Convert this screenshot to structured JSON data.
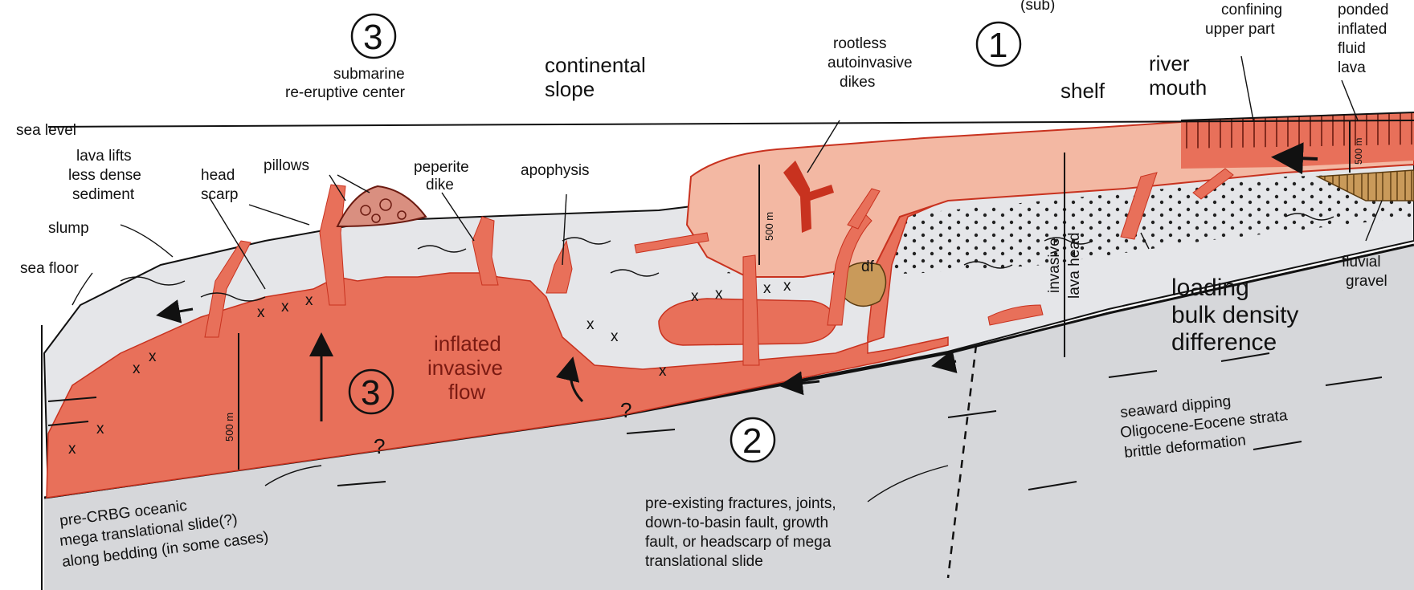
{
  "diagram": {
    "markers": {
      "one": "1",
      "two": "2",
      "three_top": "3",
      "three_flow": "3"
    },
    "labels": {
      "top_clip": "(sub)",
      "submarine_l1": "submarine",
      "submarine_l2": "re-eruptive center",
      "continental_l1": "continental",
      "continental_l2": "slope",
      "rootless_l1": "rootless",
      "rootless_l2": "autoinvasive",
      "rootless_l3": "dikes",
      "shelf": "shelf",
      "river_l1": "river",
      "river_l2": "mouth",
      "confining_l1": "confining",
      "confining_l2": "upper part",
      "ponded_l1": "ponded",
      "ponded_l2": "inflated",
      "ponded_l3": "fluid",
      "ponded_l4": "lava",
      "sea_level": "sea level",
      "lava_lifts_l1": "lava lifts",
      "lava_lifts_l2": "less dense",
      "lava_lifts_l3": "sediment",
      "head_scarp_l1": "head",
      "head_scarp_l2": "scarp",
      "pillows": "pillows",
      "peperite_l1": "peperite",
      "peperite_l2": "dike",
      "apophysis": "apophysis",
      "slump": "slump",
      "sea_floor": "sea floor",
      "thickness_left": "500 m",
      "thickness_mid": "500 m",
      "thickness_right": "500 m",
      "df": "df",
      "invasive_head_l1": "invasive",
      "invasive_head_l2": "lava head",
      "loading_l1": "loading",
      "loading_l2": "bulk density",
      "loading_l3": "difference",
      "fluvial_l1": "fluvial",
      "fluvial_l2": "gravel",
      "inflated_l1": "inflated",
      "inflated_l2": "invasive",
      "inflated_l3": "flow",
      "question": "?",
      "seaward_l1": "seaward dipping",
      "seaward_l2": "Oligocene-Eocene strata",
      "seaward_l3": "brittle deformation",
      "precrbg_l1": "pre-CRBG oceanic",
      "precrbg_l2": "mega translational slide(?)",
      "precrbg_l3": "along bedding (in some cases)",
      "preexisting_l1": "pre-existing fractures, joints,",
      "preexisting_l2": "down-to-basin fault, growth",
      "preexisting_l3": "fault, or headscarp of mega",
      "preexisting_l4": "translational slide"
    },
    "colors": {
      "lava": "#e8705a",
      "lava_light": "#f3b8a3",
      "lava_dark": "#c8321f",
      "sediment": "#e5e6e9",
      "strata": "#d6d7da",
      "gravel": "#c99a5a",
      "ink": "#111111"
    }
  }
}
